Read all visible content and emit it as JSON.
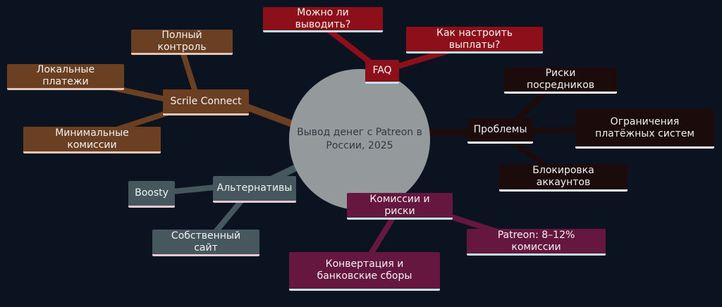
{
  "center": {
    "label": "Вывод денег с Patreon в России, 2025",
    "color": "#949a9b"
  },
  "branches": {
    "faq": {
      "label": "FAQ",
      "color": "#8c0f1a",
      "children": [
        "Можно ли выводить?",
        "Как настроить выплаты?"
      ]
    },
    "scrile": {
      "label": "Scrile Connect",
      "color": "#6a3f22",
      "children": [
        "Полный контроль",
        "Локальные платежи",
        "Минимальные комиссии"
      ]
    },
    "problems": {
      "label": "Проблемы",
      "color": "#1b0b0b",
      "children": [
        "Риски посредников",
        "Ограничения платёжных систем",
        "Блокировка аккаунтов"
      ]
    },
    "commissions": {
      "label": "Комиссии и риски",
      "color": "#66173f",
      "children": [
        "Patreon: 8–12% комиссии",
        "Конвертация и банковские сборы"
      ]
    },
    "alternatives": {
      "label": "Альтернативы",
      "color": "#46585e",
      "children": [
        "Boosty",
        "Собственный сайт"
      ]
    }
  }
}
